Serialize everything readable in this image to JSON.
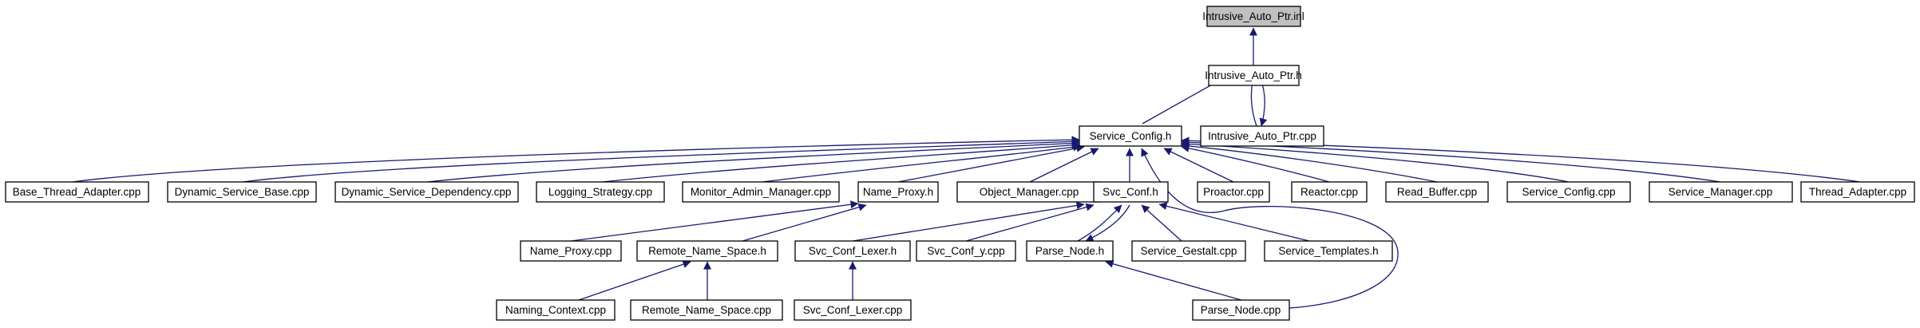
{
  "colors": {
    "node_fill": "#ffffff",
    "root_fill": "#c0c0c0",
    "node_border": "#000000",
    "edge": "#191970"
  },
  "nodes": {
    "root": "Intrusive_Auto_Ptr.inl",
    "iap_h": "Intrusive_Auto_Ptr.h",
    "svc_config_h": "Service_Config.h",
    "iap_cpp": "Intrusive_Auto_Ptr.cpp",
    "base_thread_adapter": "Base_Thread_Adapter.cpp",
    "dynamic_service_base": "Dynamic_Service_Base.cpp",
    "dynamic_service_dependency": "Dynamic_Service_Dependency.cpp",
    "logging_strategy": "Logging_Strategy.cpp",
    "monitor_admin_manager": "Monitor_Admin_Manager.cpp",
    "name_proxy_h": "Name_Proxy.h",
    "object_manager": "Object_Manager.cpp",
    "svc_conf_h": "Svc_Conf.h",
    "proactor": "Proactor.cpp",
    "reactor": "Reactor.cpp",
    "read_buffer": "Read_Buffer.cpp",
    "service_config_cpp": "Service_Config.cpp",
    "service_manager": "Service_Manager.cpp",
    "thread_adapter": "Thread_Adapter.cpp",
    "name_proxy_cpp": "Name_Proxy.cpp",
    "remote_name_space_h": "Remote_Name_Space.h",
    "svc_conf_lexer_h": "Svc_Conf_Lexer.h",
    "svc_conf_y": "Svc_Conf_y.cpp",
    "parse_node_h": "Parse_Node.h",
    "service_gestalt": "Service_Gestalt.cpp",
    "service_templates": "Service_Templates.h",
    "naming_context": "Naming_Context.cpp",
    "remote_name_space_cpp": "Remote_Name_Space.cpp",
    "svc_conf_lexer_cpp": "Svc_Conf_Lexer.cpp",
    "parse_node_cpp": "Parse_Node.cpp"
  }
}
